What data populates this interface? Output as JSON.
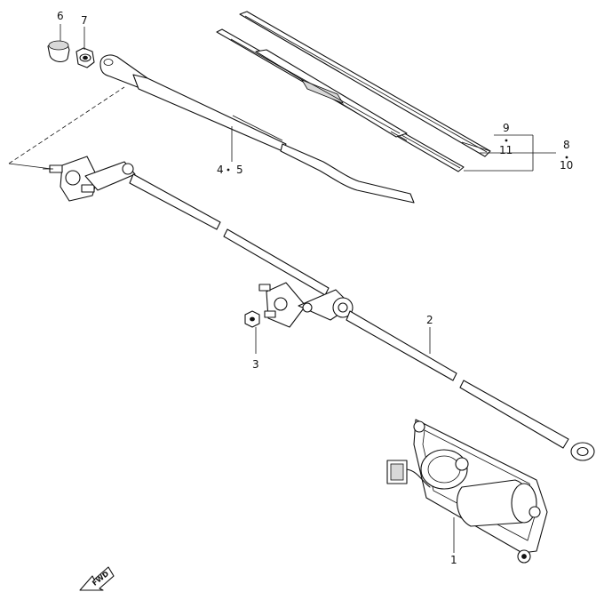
{
  "callouts": {
    "c1": "1",
    "c2": "2",
    "c3": "3",
    "c4": "4",
    "c5": "5",
    "c6": "6",
    "c7": "7",
    "c8": "8",
    "c9": "9",
    "c10": "10",
    "c11": "11"
  },
  "fwd_label": "FWD"
}
